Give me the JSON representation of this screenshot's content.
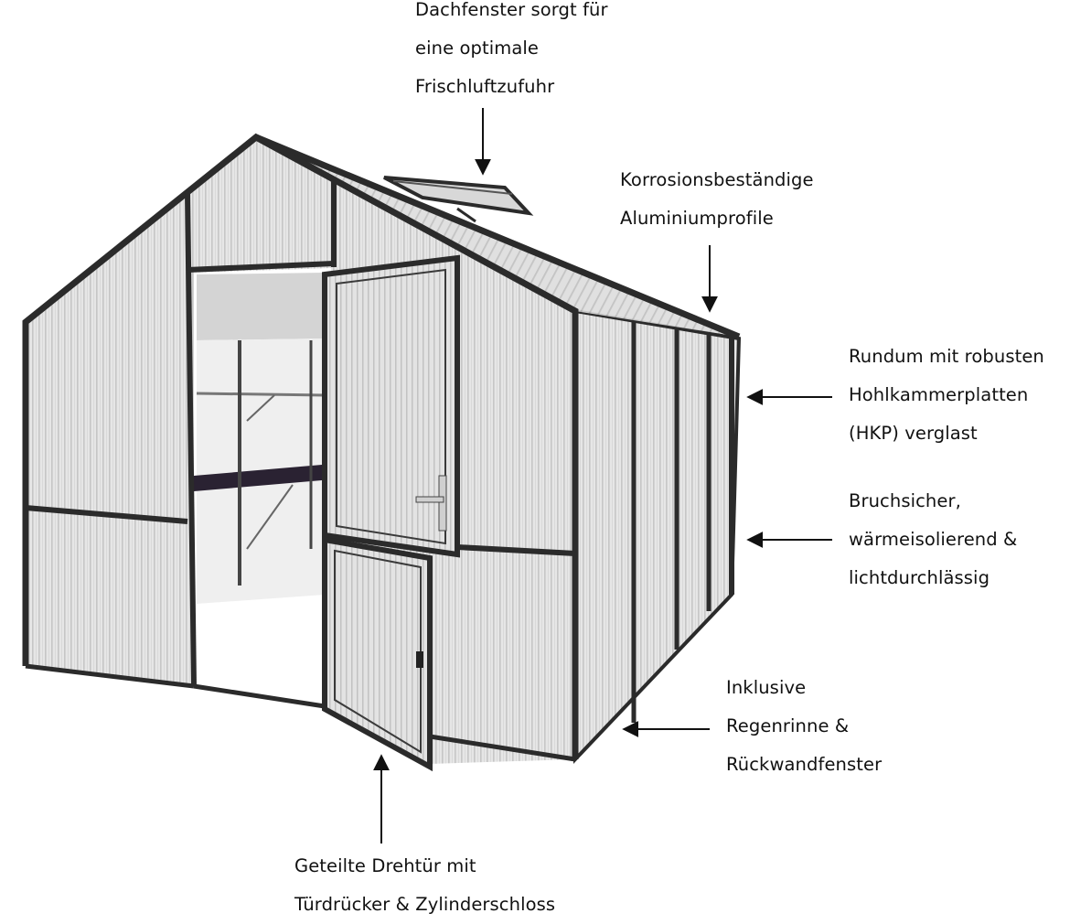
{
  "annotations": {
    "roof_window": [
      "Dachfenster sorgt für",
      "eine optimale",
      "Frischluftzufuhr"
    ],
    "aluminium": [
      "Korrosionsbeständige",
      "Aluminiumprofile"
    ],
    "panels": [
      "Rundum mit robusten",
      "Hohlkammerplatten",
      "(HKP) verglast"
    ],
    "properties": [
      "Bruchsicher,",
      "wärmeisolierend &",
      "lichtdurchlässig"
    ],
    "gutter": [
      "Inklusive",
      "Regenrinne &",
      "Rückwandfenster"
    ],
    "door": [
      "Geteilte Drehtür mit",
      "Türdrücker & Zylinderschloss"
    ]
  },
  "colors": {
    "frame": "#2b2b2b",
    "panel": "#e4e4e4",
    "panel_stripe": "#c9c9c9",
    "text": "#111111",
    "shelf": "#2a2232"
  }
}
